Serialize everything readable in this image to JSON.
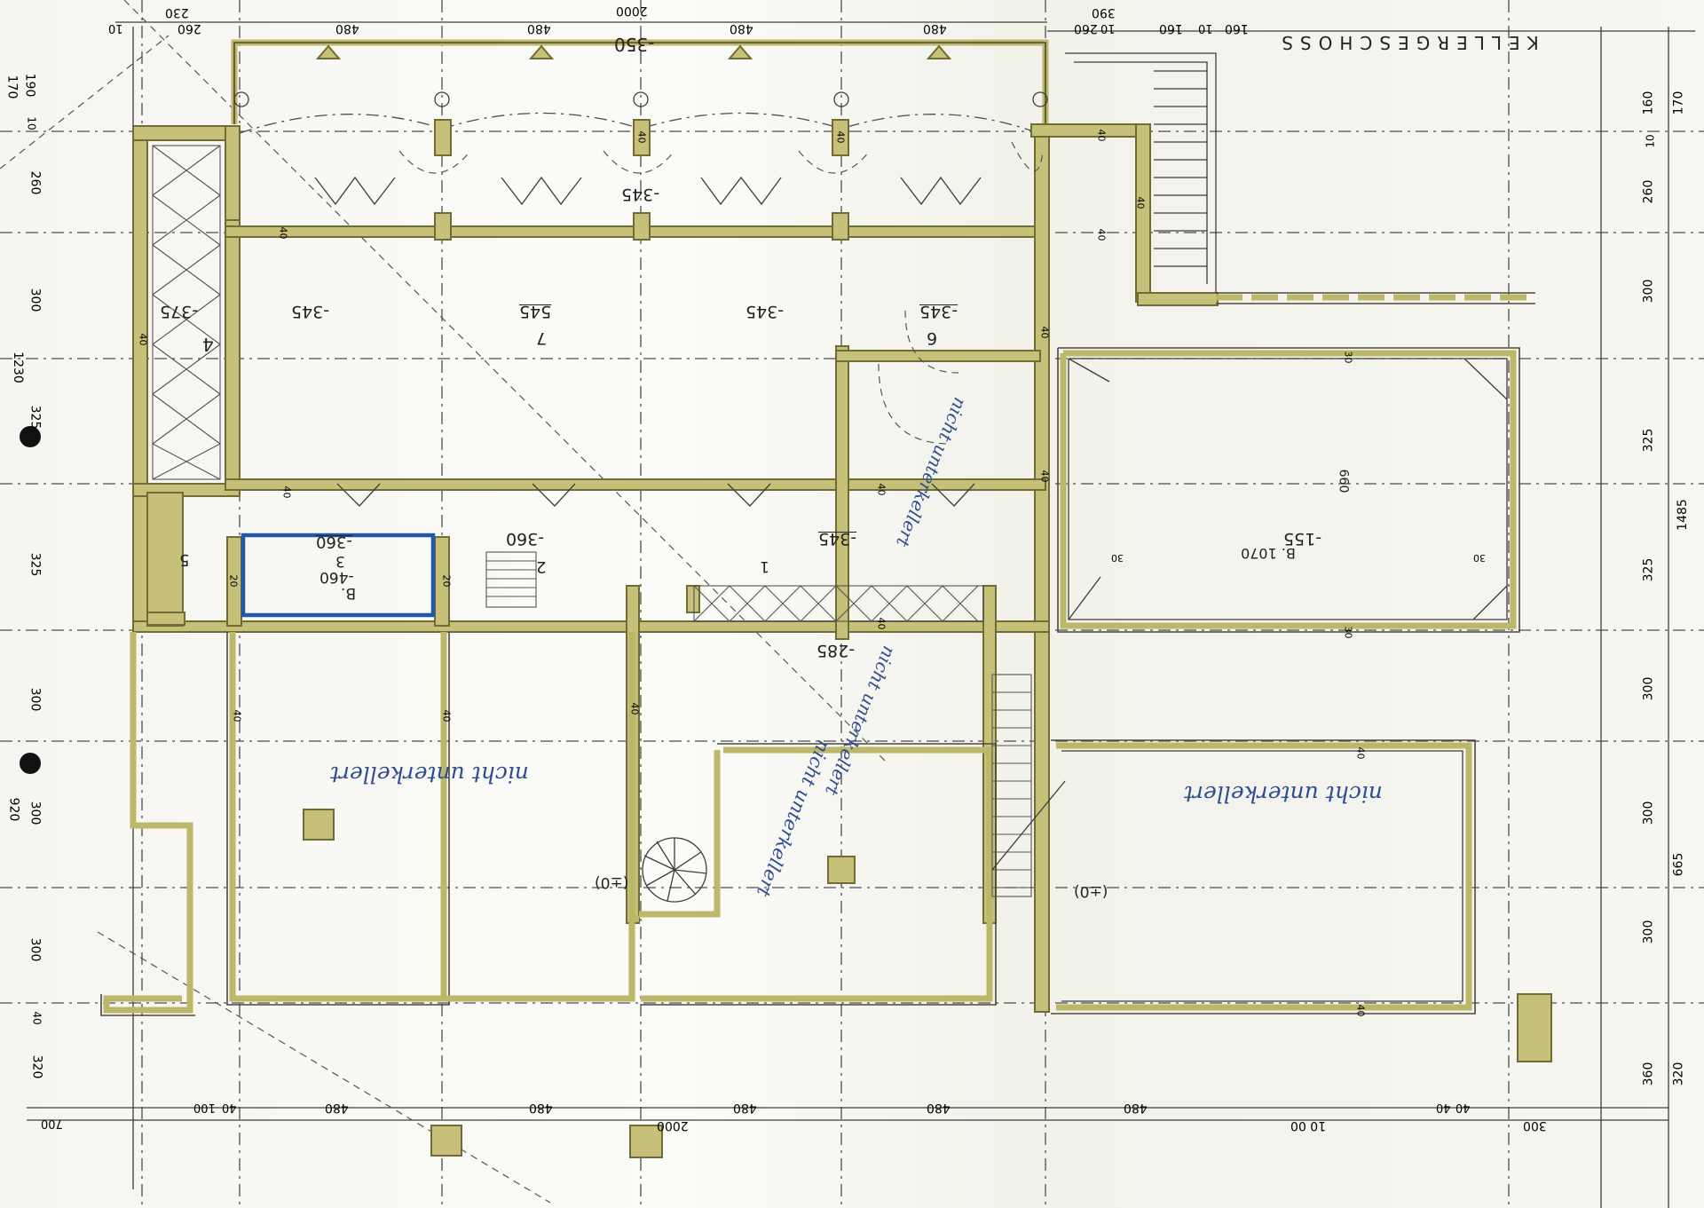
{
  "title": "KELLERGESCHOSS",
  "rooms": {
    "r1": {
      "num": "1",
      "level": "-345"
    },
    "r2": {
      "num": "2",
      "level": "-360"
    },
    "r3": {
      "num": "3",
      "b": "B.",
      "h": "-460",
      "level": "-360"
    },
    "r4": {
      "num": "4",
      "level": "-375"
    },
    "r5": {
      "num": "5"
    },
    "r6": {
      "num": "6",
      "level": "-345"
    },
    "r7": {
      "num": "7",
      "h": "545"
    },
    "rBig": {
      "b": "B. 1070",
      "level": "-155",
      "code": "660"
    },
    "levels": {
      "l1": "-345",
      "l2": "-345",
      "l3": "-345",
      "l4": "-350",
      "l5": "-285",
      "l6": "(±0)",
      "l7": "(±0)"
    }
  },
  "notes": {
    "n1": "nicht unterkellert",
    "n2": "nicht unterkellert",
    "n3": "nicht unterkellert",
    "n4": "nicht unterkellert",
    "n5": "nicht unterkellert"
  },
  "dims": {
    "top": [
      "10",
      "260",
      "230",
      "480",
      "2000",
      "480",
      "480",
      "480",
      "260",
      "10",
      "390",
      "160",
      "10",
      "160"
    ],
    "bottom": [
      "700",
      "100",
      "40",
      "480",
      "480",
      "2000",
      "480",
      "480",
      "480",
      "10 00",
      "40",
      "40",
      "300"
    ],
    "left": [
      "170",
      "190",
      "10",
      "260",
      "300",
      "1230",
      "325",
      "325",
      "300",
      "920",
      "300",
      "300",
      "40",
      "320"
    ],
    "right": [
      "170",
      "160",
      "10",
      "260",
      "300",
      "325",
      "1485",
      "325",
      "300",
      "300",
      "665",
      "300",
      "320",
      "360"
    ],
    "wall": [
      "40",
      "40",
      "40",
      "40",
      "40",
      "40",
      "40",
      "40",
      "40",
      "40",
      "40",
      "40",
      "40",
      "40",
      "40",
      "20",
      "20",
      "30",
      "30",
      "30",
      "30",
      "40",
      "40"
    ]
  }
}
